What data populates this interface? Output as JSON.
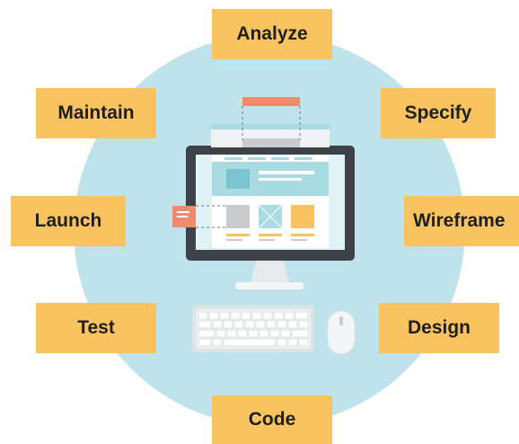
{
  "diagram": {
    "steps": [
      {
        "id": "analyze",
        "label": "Analyze"
      },
      {
        "id": "specify",
        "label": "Specify"
      },
      {
        "id": "wireframe",
        "label": "Wireframe"
      },
      {
        "id": "design",
        "label": "Design"
      },
      {
        "id": "code",
        "label": "Code"
      },
      {
        "id": "test",
        "label": "Test"
      },
      {
        "id": "launch",
        "label": "Launch"
      },
      {
        "id": "maintain",
        "label": "Maintain"
      }
    ],
    "center_illustration": [
      "monitor-icon",
      "keyboard-icon",
      "mouse-icon"
    ],
    "colors": {
      "step_fill": "#f9c35f",
      "circle_fill": "#bfe3ea",
      "accent_salmon": "#f08a6c",
      "monitor_frame": "#3d4249"
    }
  }
}
